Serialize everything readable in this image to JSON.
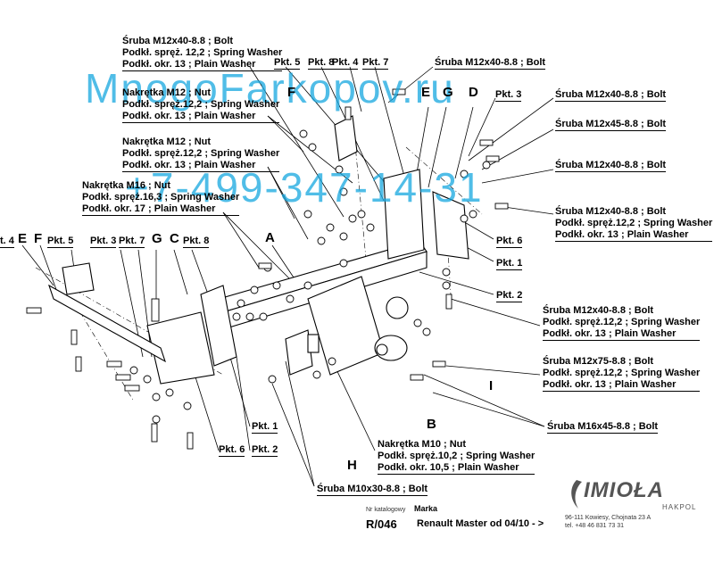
{
  "callouts": {
    "c1": [
      "Śruba M12x40-8.8 ;  Bolt",
      "Podkł. spręż.  12,2 ; Spring Washer",
      "Podkł. okr. 13 ; Plain Washer"
    ],
    "c2": [
      "Nakrętka  M12 ; Nut",
      "Podkł. spręż.12,2 ; Spring Washer",
      "Podkł. okr. 13 ; Plain Washer"
    ],
    "c3": [
      "Nakrętka  M12 ; Nut",
      "Podkł. spręż.12,2 ; Spring Washer",
      "Podkł. okr. 13 ; Plain Washer"
    ],
    "c4": [
      "Nakrętka  M16 ; Nut",
      "Podkł. spręż.16,3 ; Spring Washer",
      "Podkł. okr. 17 ; Plain Washer"
    ],
    "c5": "Śruba M12x40-8.8 ;  Bolt",
    "c6": "Śruba M12x40-8.8 ;  Bolt",
    "c7": "Śruba M12x45-8.8 ;  Bolt",
    "c8": "Śruba M12x40-8.8 ;  Bolt",
    "c9": [
      "Śruba M12x40-8.8 ;  Bolt",
      "Podkł. spręż.12,2 ; Spring Washer",
      "Podkł. okr. 13 ; Plain Washer"
    ],
    "c10": [
      "Śruba M12x40-8.8 ;  Bolt",
      "Podkł. spręż.12,2 ; Spring Washer",
      "Podkł. okr. 13 ; Plain Washer"
    ],
    "c11": [
      "Śruba M12x75-8.8 ;  Bolt",
      "Podkł. spręż.12,2 ; Spring Washer",
      "Podkł. okr. 13 ; Plain Washer"
    ],
    "c12": "Śruba M16x45-8.8 ;  Bolt",
    "c13": [
      "Nakrętka  M10 ; Nut",
      "Podkł. spręż.10,2 ; Spring Washer",
      "Podkł. okr. 10,5 ; Plain Washer"
    ],
    "c14": "Śruba M10x30-8.8 ;  Bolt"
  },
  "pkt": {
    "p5": "Pkt. 5",
    "p8": "Pkt. 8",
    "p4": "Pkt. 4",
    "p7": "Pkt. 7",
    "p3": "Pkt. 3",
    "p6": "Pkt. 6",
    "p1": "Pkt. 1",
    "p2": "Pkt. 2"
  },
  "letters": {
    "A": "A",
    "B": "B",
    "C": "C",
    "D": "D",
    "E": "E",
    "F": "F",
    "G": "G",
    "H": "H",
    "I": "I"
  },
  "watermark": {
    "line1": "MnogoFarkopov.ru",
    "line2": "+7-499-347-14-31",
    "color": "#16a7e0"
  },
  "footer": {
    "catalog_label": "Nr katalogowy",
    "brand_label": "Marka",
    "catalog_number": "R/046",
    "model": "Renault Master  od 04/10 - >",
    "company": "IMIOŁA",
    "company_sub": "HAKPOL",
    "address": "96-111 Kowiesy, Chojnata 23 A",
    "phone": "tel. +48 46 831 73 31"
  }
}
